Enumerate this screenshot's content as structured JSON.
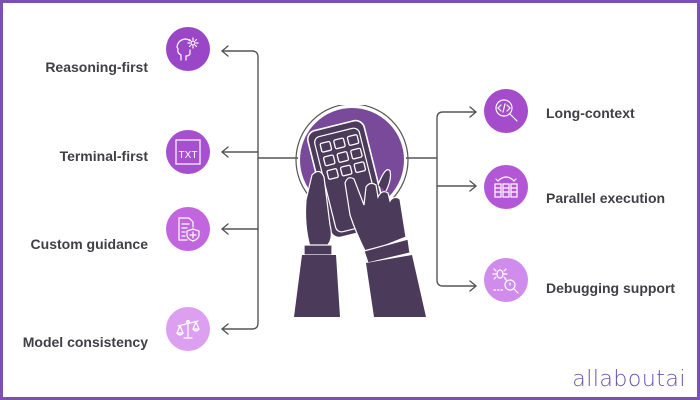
{
  "diagram": {
    "center": {
      "illustration": "hands-holding-calculator-icon"
    },
    "left_items": [
      {
        "label": "Reasoning-first",
        "icon": "head-gear-icon",
        "color": "#9b46c6"
      },
      {
        "label": "Terminal-first",
        "icon": "txt-file-icon",
        "color": "#a64fcf"
      },
      {
        "label": "Custom guidance",
        "icon": "document-shield-icon",
        "color": "#c266e0"
      },
      {
        "label": "Model consistency",
        "icon": "balance-scale-icon",
        "color": "#dda0f0"
      }
    ],
    "right_items": [
      {
        "label": "Long-context",
        "icon": "code-search-icon",
        "color": "#a54ccc"
      },
      {
        "label": "Parallel execution",
        "icon": "parallel-columns-icon",
        "color": "#b457d6"
      },
      {
        "label": "Debugging support",
        "icon": "bug-search-icon",
        "color": "#d08ced"
      }
    ],
    "icon_glyph_text": {
      "txt": "TXT"
    }
  },
  "colors": {
    "frame": "#7b52b3",
    "connector": "#555555",
    "illustration_dark": "#4b3a5a",
    "illustration_circle": "#7a4a9a",
    "label_text": "#3f3f46"
  },
  "branding": {
    "logo": "allaboutai"
  }
}
